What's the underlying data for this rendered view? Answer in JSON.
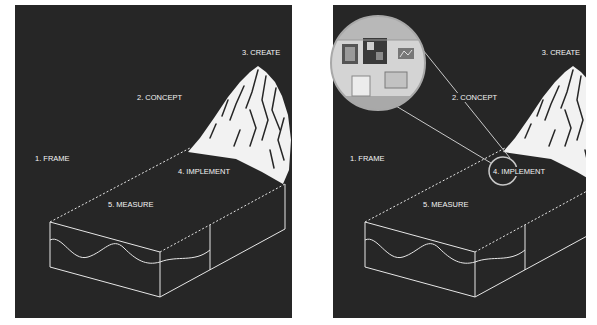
{
  "diagram": {
    "labels": [
      "1. FRAME",
      "2. CONCEPT",
      "3. CREATE",
      "4. IMPLEMENT",
      "5. MEASURE",
      "1. FRAME",
      "2. CONCEPT",
      "3. CREATE",
      "4. IMPLEMENT",
      "5. MEASURE"
    ]
  }
}
